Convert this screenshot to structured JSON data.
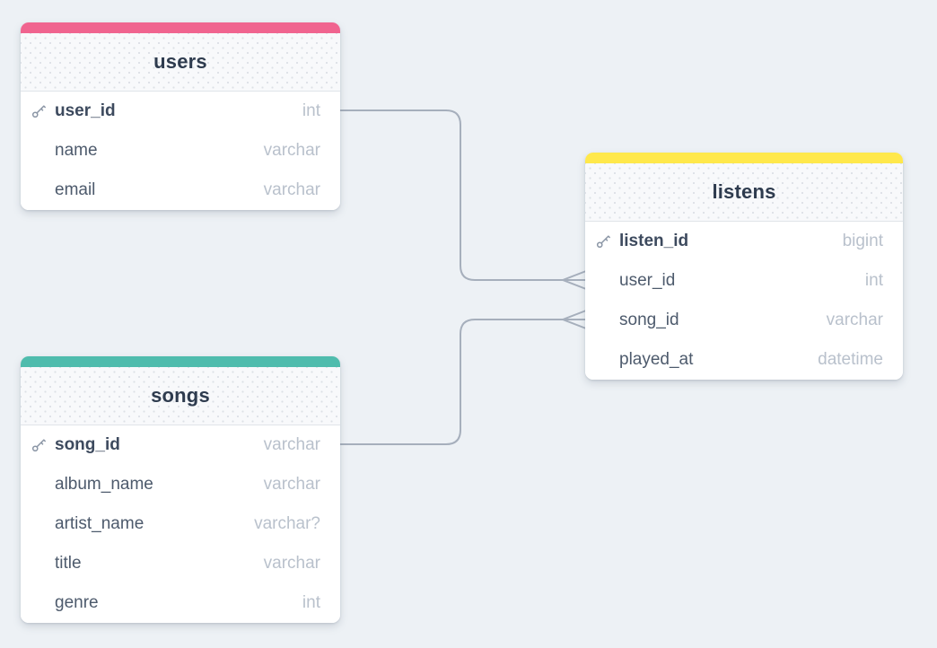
{
  "diagram": {
    "kind": "database-er-diagram",
    "colors": {
      "canvas_background": "#edf1f5",
      "relationship_line": "#a6afbc",
      "title_text": "#2e3b4e",
      "field_text": "#4d5a6c",
      "type_text": "#b9c1cc",
      "users_accent": "#f0648f",
      "listens_accent": "#ffe84b",
      "songs_accent": "#4fbcad"
    }
  },
  "tables": [
    {
      "id": "users",
      "title": "users",
      "accent_color": "#f0648f",
      "fields": [
        {
          "name": "user_id",
          "type": "int",
          "primary_key": true
        },
        {
          "name": "name",
          "type": "varchar",
          "primary_key": false
        },
        {
          "name": "email",
          "type": "varchar",
          "primary_key": false
        }
      ]
    },
    {
      "id": "listens",
      "title": "listens",
      "accent_color": "#ffe84b",
      "fields": [
        {
          "name": "listen_id",
          "type": "bigint",
          "primary_key": true
        },
        {
          "name": "user_id",
          "type": "int",
          "primary_key": false
        },
        {
          "name": "song_id",
          "type": "varchar",
          "primary_key": false
        },
        {
          "name": "played_at",
          "type": "datetime",
          "primary_key": false
        }
      ]
    },
    {
      "id": "songs",
      "title": "songs",
      "accent_color": "#4fbcad",
      "fields": [
        {
          "name": "song_id",
          "type": "varchar",
          "primary_key": true
        },
        {
          "name": "album_name",
          "type": "varchar",
          "primary_key": false
        },
        {
          "name": "artist_name",
          "type": "varchar?",
          "primary_key": false
        },
        {
          "name": "title",
          "type": "varchar",
          "primary_key": false
        },
        {
          "name": "genre",
          "type": "int",
          "primary_key": false
        }
      ]
    }
  ],
  "relationships": [
    {
      "from": "users.user_id",
      "to": "listens.user_id",
      "to_cardinality": "many"
    },
    {
      "from": "songs.song_id",
      "to": "listens.song_id",
      "to_cardinality": "many"
    }
  ]
}
